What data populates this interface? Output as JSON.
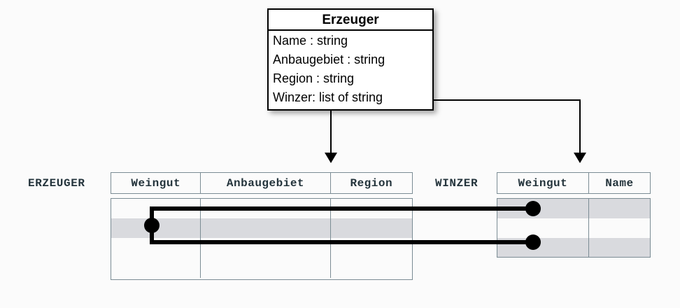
{
  "uml_class": {
    "title": "Erzeuger",
    "attributes": [
      "Name : string",
      "Anbaugebiet : string",
      "Region : string",
      "Winzer: list of string"
    ]
  },
  "tables": [
    {
      "label": "ERZEUGER",
      "columns": [
        "Weingut",
        "Anbaugebiet",
        "Region"
      ],
      "row_count": 4,
      "highlighted_rows": [
        2
      ]
    },
    {
      "label": "WINZER",
      "columns": [
        "Weingut",
        "Name"
      ],
      "row_count": 3,
      "highlighted_rows": [
        1,
        3
      ]
    }
  ],
  "connectors": {
    "mapping_arrow_left": "arrow-down-icon",
    "mapping_arrow_right": "arrow-down-icon",
    "link_dot": "reference-dot-icon"
  },
  "colors": {
    "background": "#fbfbfb",
    "line": "#000000",
    "table_border": "#7b8c94",
    "table_text": "#24343c",
    "row_highlight": "#d9dade"
  }
}
